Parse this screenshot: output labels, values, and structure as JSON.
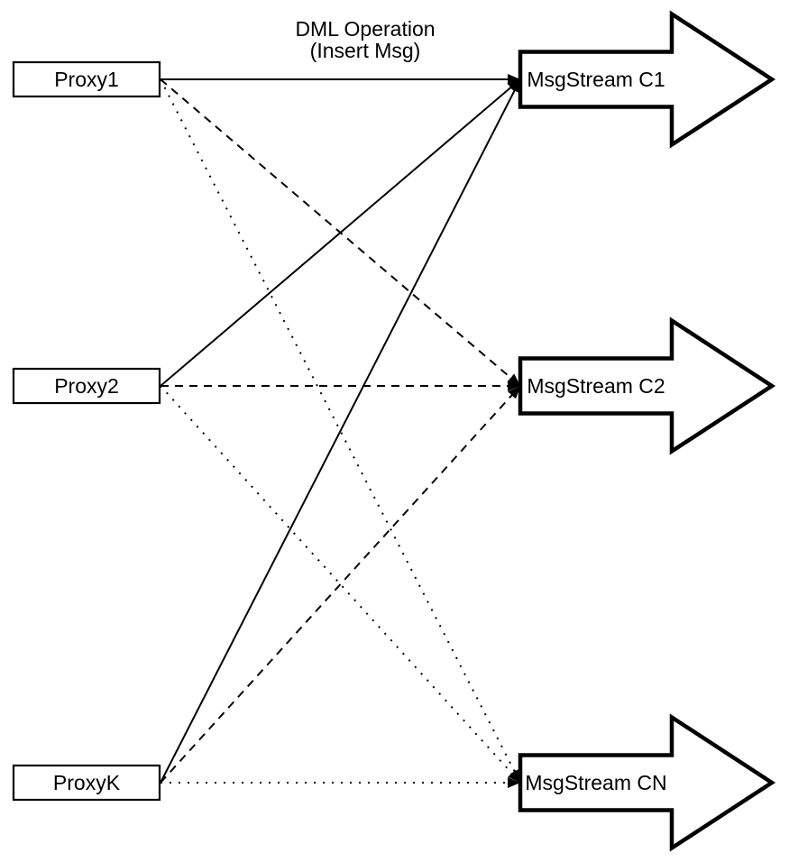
{
  "title": {
    "line1": "DML Operation",
    "line2": "(Insert Msg)"
  },
  "proxies": [
    {
      "id": "proxy1",
      "label": "Proxy1"
    },
    {
      "id": "proxy2",
      "label": "Proxy2"
    },
    {
      "id": "proxyK",
      "label": "ProxyK"
    }
  ],
  "streams": [
    {
      "id": "c1",
      "label": "MsgStream C1"
    },
    {
      "id": "c2",
      "label": "MsgStream C2"
    },
    {
      "id": "cn",
      "label": "MsgStream CN"
    }
  ],
  "edges": [
    {
      "from": "proxy1",
      "to": "c1",
      "style": "solid"
    },
    {
      "from": "proxy1",
      "to": "c2",
      "style": "dashed"
    },
    {
      "from": "proxy1",
      "to": "cn",
      "style": "dotted"
    },
    {
      "from": "proxy2",
      "to": "c1",
      "style": "solid"
    },
    {
      "from": "proxy2",
      "to": "c2",
      "style": "dashed"
    },
    {
      "from": "proxy2",
      "to": "cn",
      "style": "dotted"
    },
    {
      "from": "proxyK",
      "to": "c1",
      "style": "solid"
    },
    {
      "from": "proxyK",
      "to": "c2",
      "style": "dashed"
    },
    {
      "from": "proxyK",
      "to": "cn",
      "style": "dotted"
    }
  ],
  "colors": {
    "stroke": "#000000",
    "fill": "#ffffff",
    "background": "#ffffff"
  }
}
